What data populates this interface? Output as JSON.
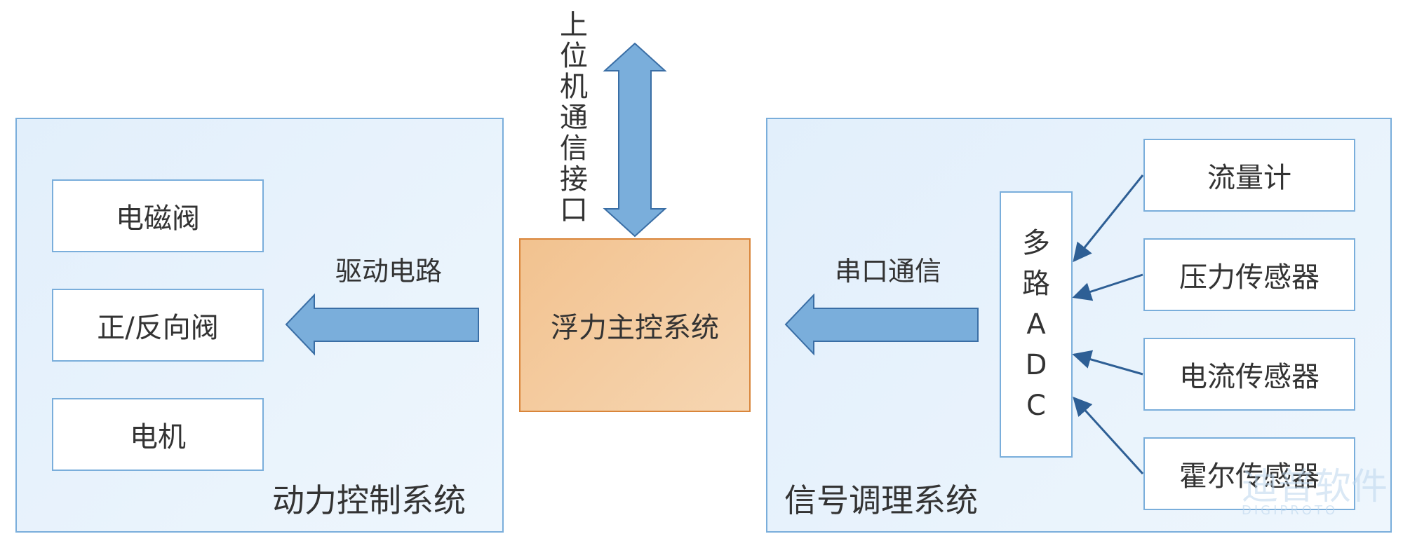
{
  "left_panel": {
    "title": "动力控制系统",
    "items": [
      "电磁阀",
      "正/反向阀",
      "电机"
    ],
    "arrow_label": "驱动电路"
  },
  "center": {
    "main_label": "浮力主控系统",
    "top_interface_chars": [
      "上",
      "位",
      "机",
      "通",
      "信",
      "接",
      "口"
    ]
  },
  "right_panel": {
    "title": "信号调理系统",
    "arrow_label": "串口通信",
    "adc_chars": [
      "多",
      "路",
      "A",
      "D",
      "C"
    ],
    "sensors": [
      "流量计",
      "压力传感器",
      "电流传感器",
      "霍尔传感器"
    ]
  },
  "watermark": {
    "main": "迪普软件",
    "sub": "DIGIPROTO"
  },
  "colors": {
    "arrow_fill": "#7aaedb",
    "arrow_stroke": "#3a6ea5",
    "panel_border": "#7aaedb",
    "center_fill": "#f2c28f"
  }
}
